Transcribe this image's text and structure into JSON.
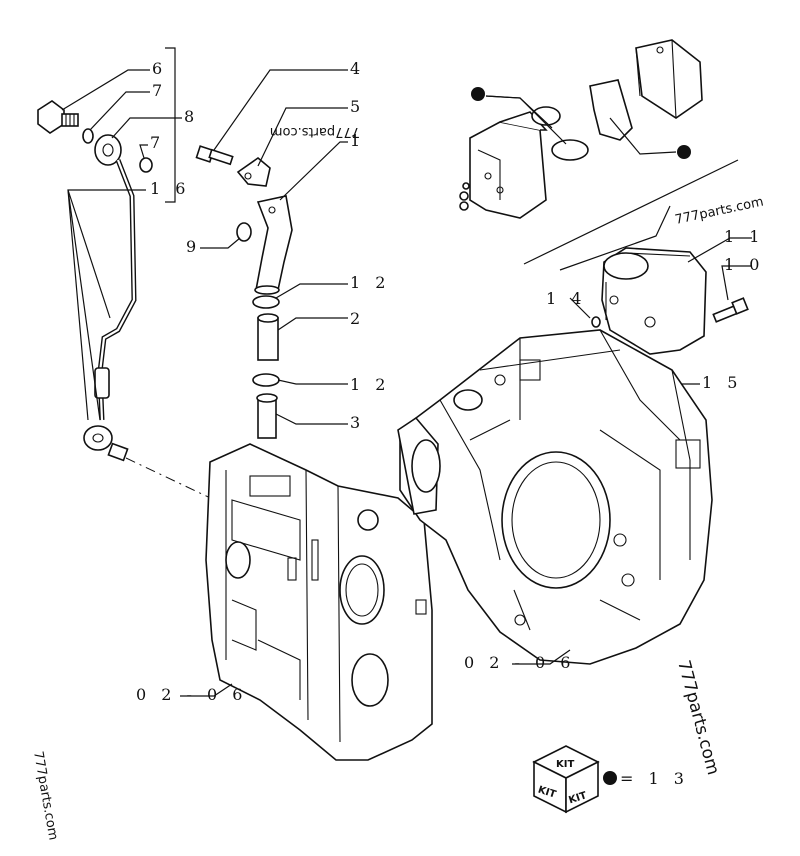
{
  "callouts": [
    {
      "id": "c6",
      "text": "6"
    },
    {
      "id": "c7a",
      "text": "7"
    },
    {
      "id": "c8",
      "text": "8"
    },
    {
      "id": "c7b",
      "text": "7"
    },
    {
      "id": "c16",
      "text": "1 6"
    },
    {
      "id": "c4",
      "text": "4"
    },
    {
      "id": "c5",
      "text": "5"
    },
    {
      "id": "c1",
      "text": "1"
    },
    {
      "id": "c9",
      "text": "9"
    },
    {
      "id": "c12a",
      "text": "1 2"
    },
    {
      "id": "c2",
      "text": "2"
    },
    {
      "id": "c12b",
      "text": "1 2"
    },
    {
      "id": "c3",
      "text": "3"
    },
    {
      "id": "c11",
      "text": "1 1"
    },
    {
      "id": "c10",
      "text": "1 0"
    },
    {
      "id": "c14",
      "text": "1 4"
    },
    {
      "id": "c15",
      "text": "1 5"
    },
    {
      "id": "ref1",
      "text": "0 2 - 0 6"
    },
    {
      "id": "ref2",
      "text": "0 2 - 0 6"
    }
  ],
  "watermarks": [
    {
      "id": "wm1",
      "text": "777parts.com"
    },
    {
      "id": "wm2",
      "text": "777parts.com"
    },
    {
      "id": "wm3",
      "text": "777parts.com"
    },
    {
      "id": "wm4",
      "text": "777parts.com"
    }
  ],
  "kit": {
    "label_top": "KIT",
    "label_left": "KIT",
    "label_right": "KIT",
    "legend": "= 1 3"
  }
}
